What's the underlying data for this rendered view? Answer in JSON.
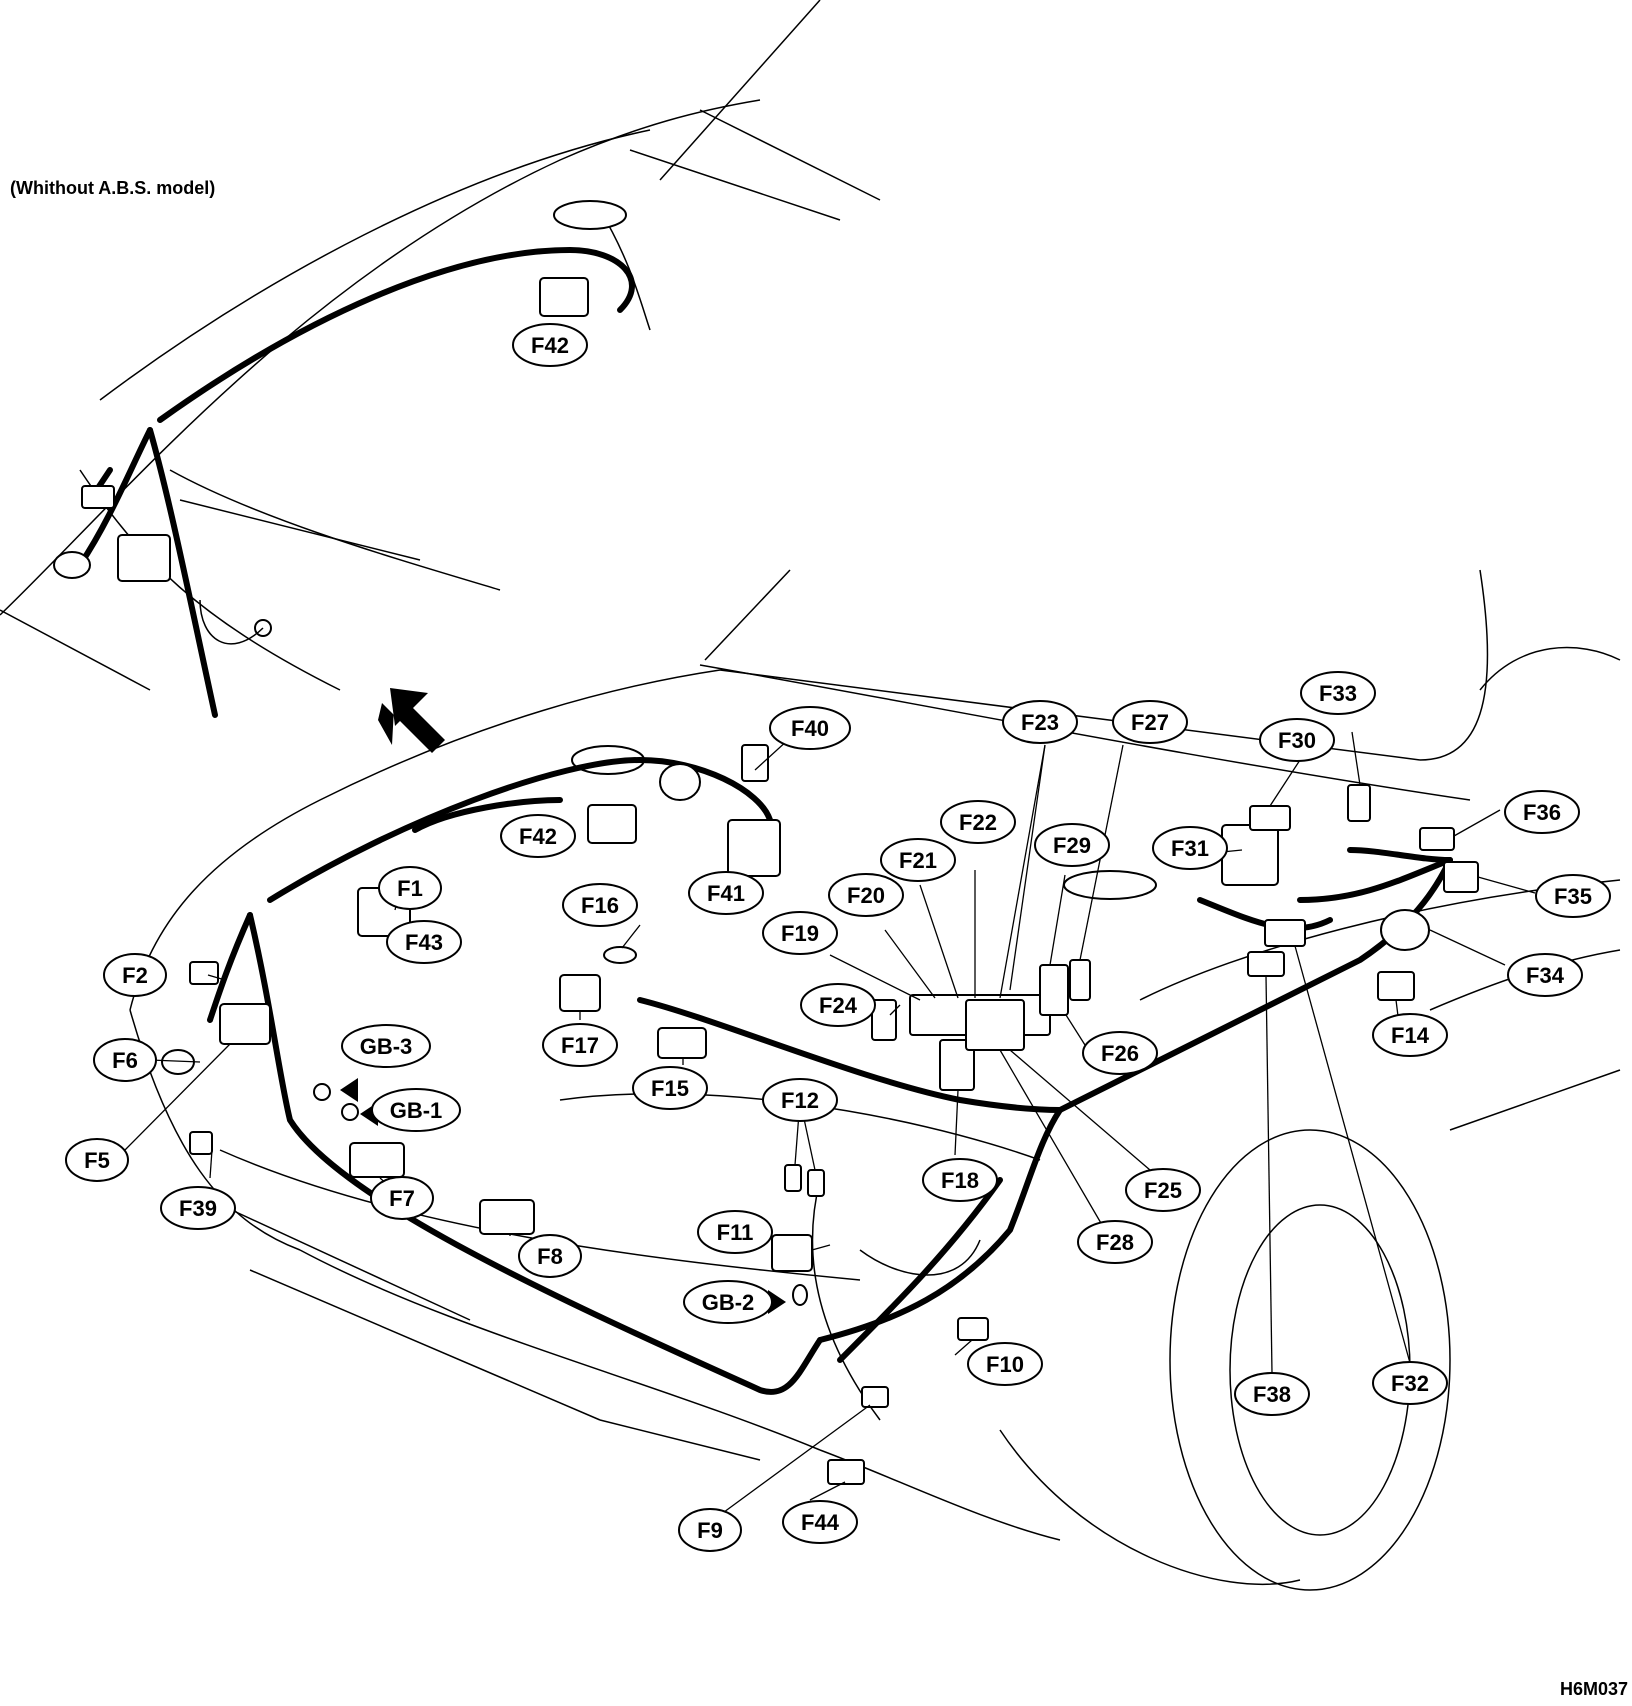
{
  "diagram": {
    "variant_note": "(Whithout A.B.S. model)",
    "figure_code": "H6M037",
    "connector_labels": [
      {
        "id": "F42-inset",
        "text": "F42"
      },
      {
        "id": "F40",
        "text": "F40"
      },
      {
        "id": "F42",
        "text": "F42"
      },
      {
        "id": "F41",
        "text": "F41"
      },
      {
        "id": "F1",
        "text": "F1"
      },
      {
        "id": "F43",
        "text": "F43"
      },
      {
        "id": "F2",
        "text": "F2"
      },
      {
        "id": "F6",
        "text": "F6"
      },
      {
        "id": "F5",
        "text": "F5"
      },
      {
        "id": "F39",
        "text": "F39"
      },
      {
        "id": "GB-3",
        "text": "GB-3"
      },
      {
        "id": "GB-1",
        "text": "GB-1"
      },
      {
        "id": "F7",
        "text": "F7"
      },
      {
        "id": "F8",
        "text": "F8"
      },
      {
        "id": "F16",
        "text": "F16"
      },
      {
        "id": "F17",
        "text": "F17"
      },
      {
        "id": "F15",
        "text": "F15"
      },
      {
        "id": "F12",
        "text": "F12"
      },
      {
        "id": "F11",
        "text": "F11"
      },
      {
        "id": "GB-2",
        "text": "GB-2"
      },
      {
        "id": "F10",
        "text": "F10"
      },
      {
        "id": "F9",
        "text": "F9"
      },
      {
        "id": "F44",
        "text": "F44"
      },
      {
        "id": "F19",
        "text": "F19"
      },
      {
        "id": "F20",
        "text": "F20"
      },
      {
        "id": "F21",
        "text": "F21"
      },
      {
        "id": "F22",
        "text": "F22"
      },
      {
        "id": "F23",
        "text": "F23"
      },
      {
        "id": "F24",
        "text": "F24"
      },
      {
        "id": "F18",
        "text": "F18"
      },
      {
        "id": "F27",
        "text": "F27"
      },
      {
        "id": "F29",
        "text": "F29"
      },
      {
        "id": "F26",
        "text": "F26"
      },
      {
        "id": "F25",
        "text": "F25"
      },
      {
        "id": "F28",
        "text": "F28"
      },
      {
        "id": "F30",
        "text": "F30"
      },
      {
        "id": "F31",
        "text": "F31"
      },
      {
        "id": "F33",
        "text": "F33"
      },
      {
        "id": "F36",
        "text": "F36"
      },
      {
        "id": "F35",
        "text": "F35"
      },
      {
        "id": "F34",
        "text": "F34"
      },
      {
        "id": "F14",
        "text": "F14"
      },
      {
        "id": "F38",
        "text": "F38"
      },
      {
        "id": "F32",
        "text": "F32"
      }
    ]
  }
}
